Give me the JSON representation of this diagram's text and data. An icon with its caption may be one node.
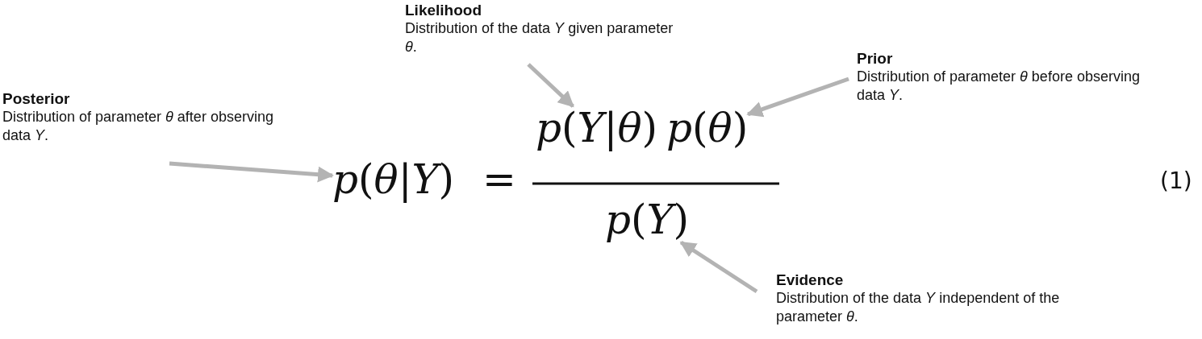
{
  "diagram": {
    "nodes": [
      {
        "text": [
          "Posterior",
          "Distribution of parameter *θ* after observing data *Y*."
        ]
      },
      {
        "text": [
          "Likelihood",
          "Distribution of the data *Y* given parameter *θ*."
        ]
      },
      {
        "text": [
          "Prior",
          "Distribution of parameter *θ* before observing data *Y*."
        ]
      },
      {
        "text": [
          "Evidence",
          "Distribution of the data *Y* independent of the parameter *θ*."
        ]
      },
      {
        "text": [
          "*p*(*θ*|*Y*)"
        ]
      },
      {
        "text": [
          "*p*(*Y*|*θ*)"
        ]
      },
      {
        "text": [
          "*p*(*θ*)"
        ]
      },
      {
        "text": [
          "*p*(*Y*)"
        ]
      }
    ],
    "edges": [
      {
        "from": 0,
        "to": 4,
        "arrow": "to"
      },
      {
        "from": 1,
        "to": 5,
        "arrow": "to"
      },
      {
        "from": 2,
        "to": 6,
        "arrow": "to"
      },
      {
        "from": 3,
        "to": 7,
        "arrow": "to"
      }
    ],
    "labels": [
      "=",
      "(1)"
    ]
  }
}
